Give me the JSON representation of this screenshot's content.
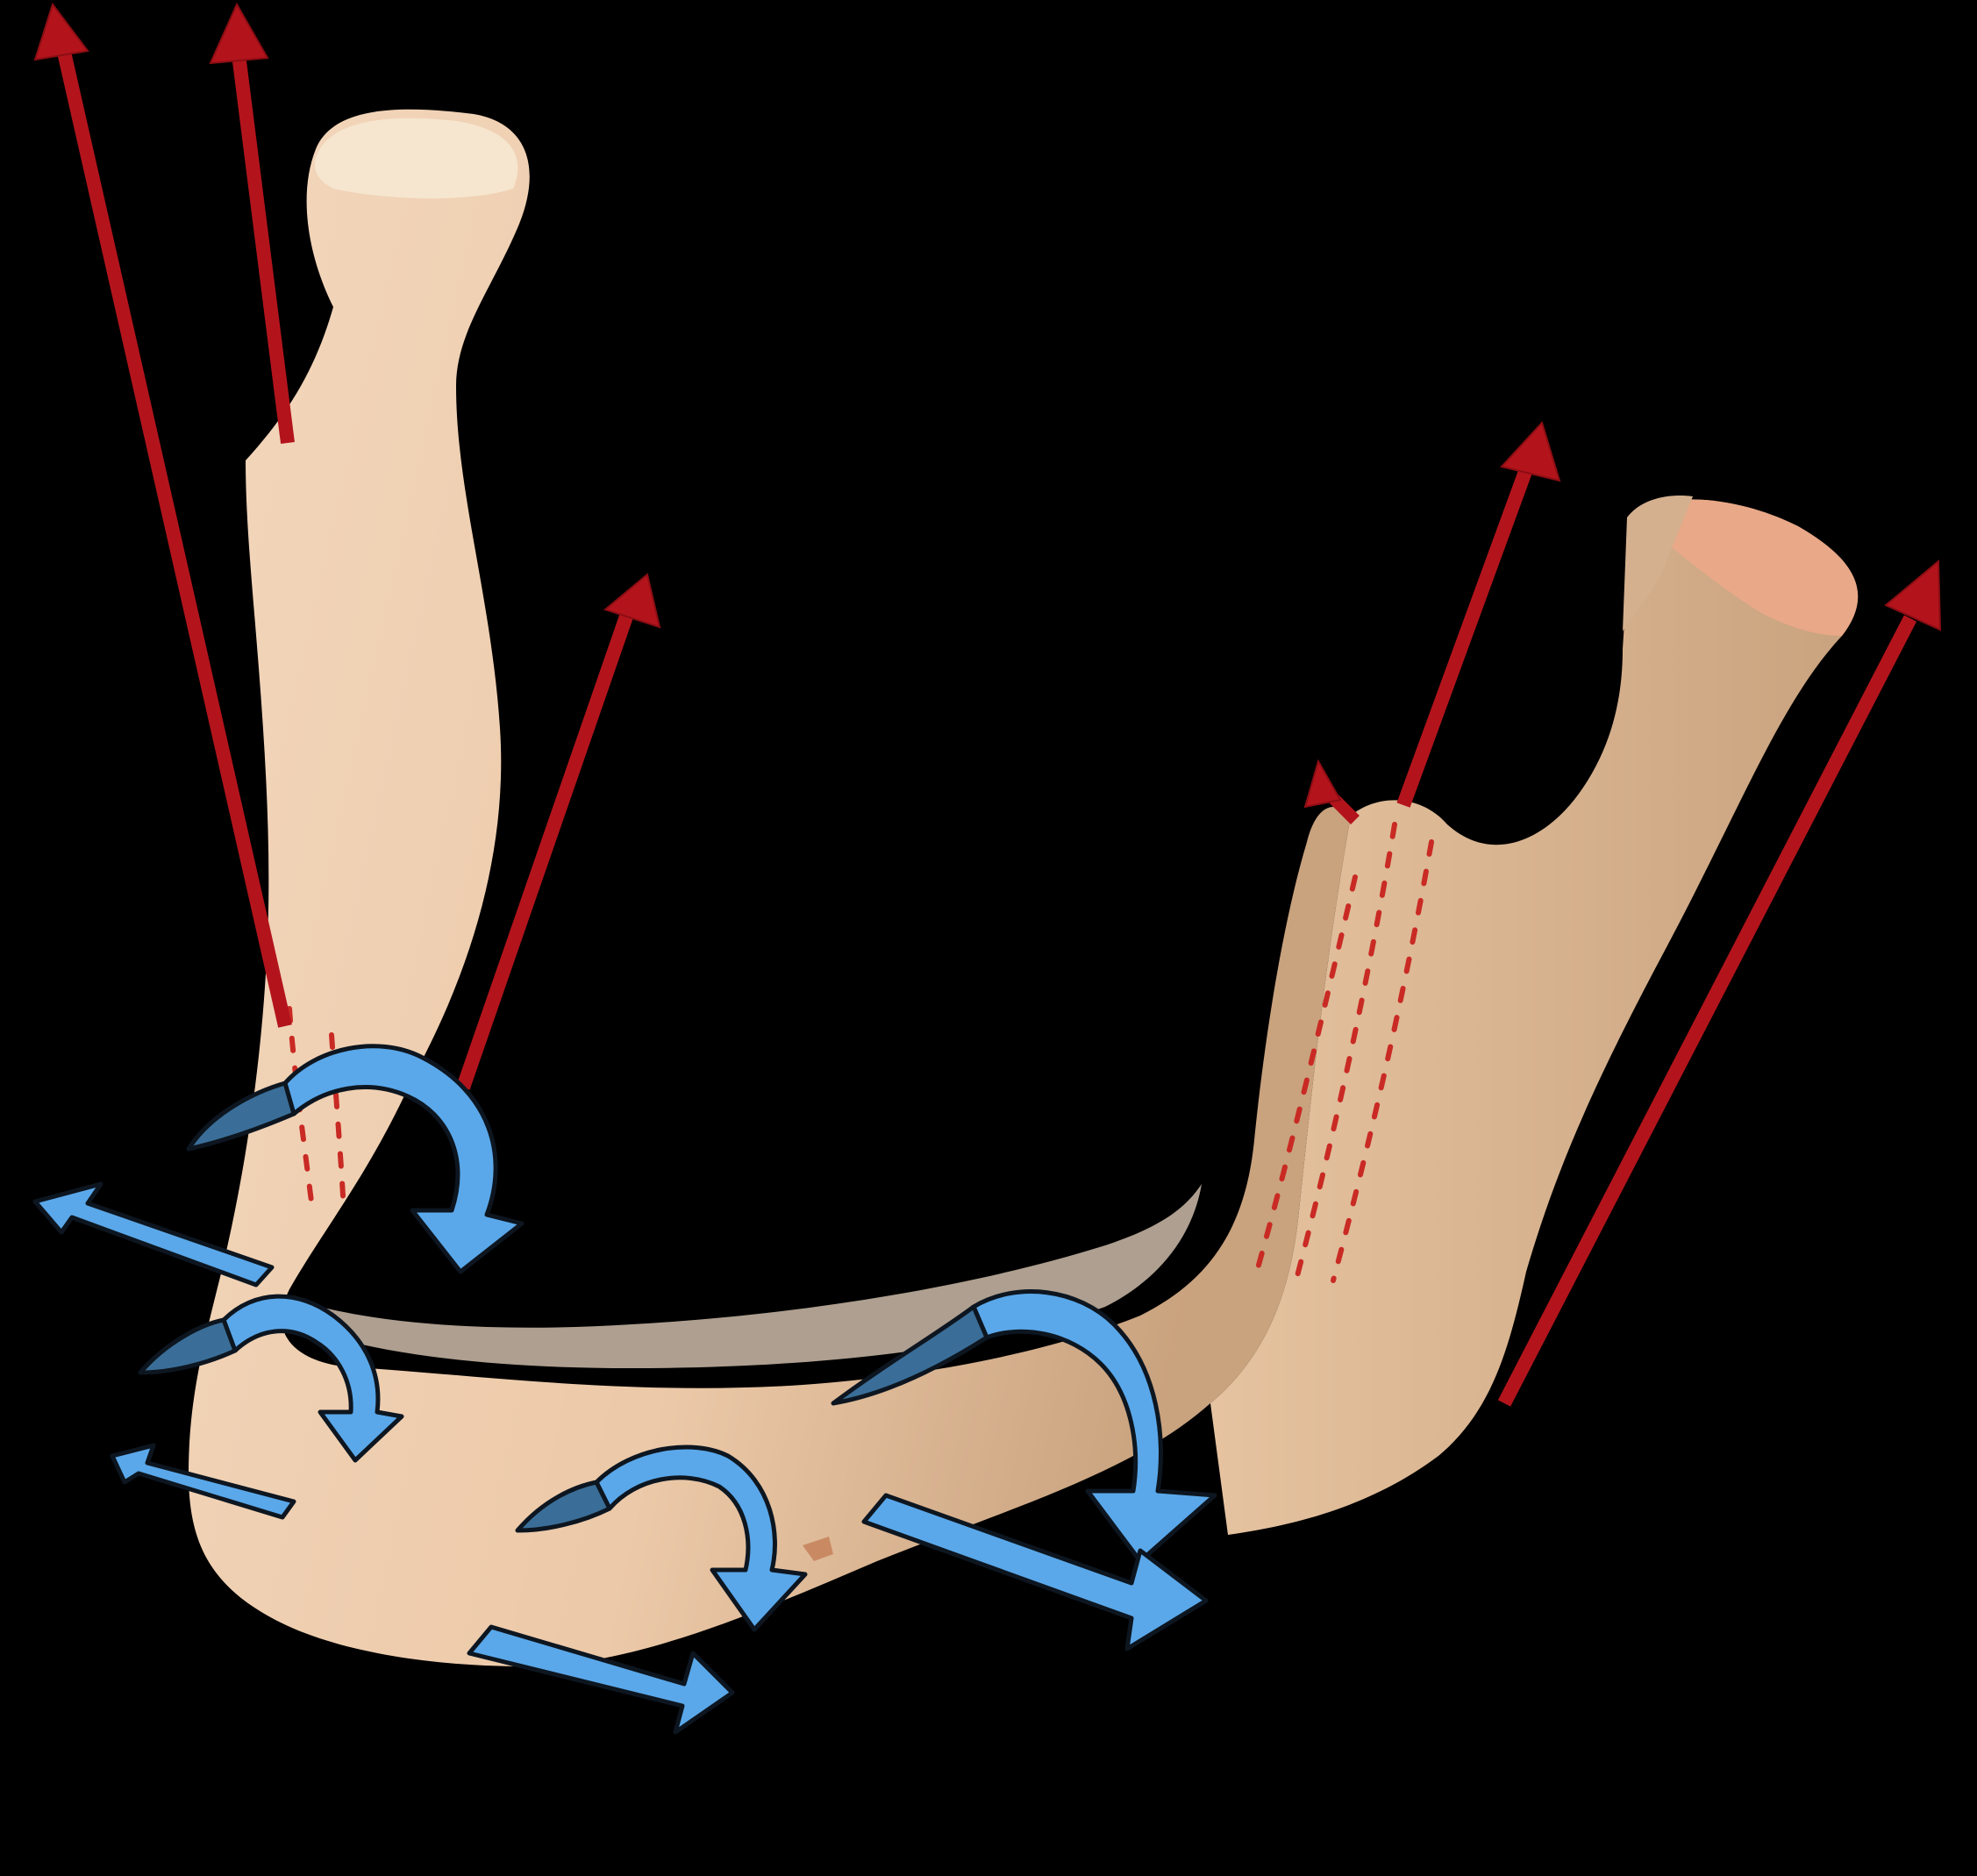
{
  "diagram": {
    "subject": "mandible-biomechanics",
    "text_labels": []
  },
  "colors": {
    "background": "#000000",
    "bone_light": "#f3d7bd",
    "bone_mid": "#e6bf9c",
    "bone_shadow": "#c9a27e",
    "condyle_tip": "#e9a888",
    "muscle_force": "#b3141c",
    "stress_line": "#c92a24",
    "torsion_fill": "#5aa8ea",
    "torsion_stroke": "#0d1620"
  },
  "legend_meaning": {
    "red_arrows": "muscle-force-vectors",
    "blue_arrows": "torsion-and-bending-moments",
    "dotted_lines": "stress-trajectories"
  }
}
